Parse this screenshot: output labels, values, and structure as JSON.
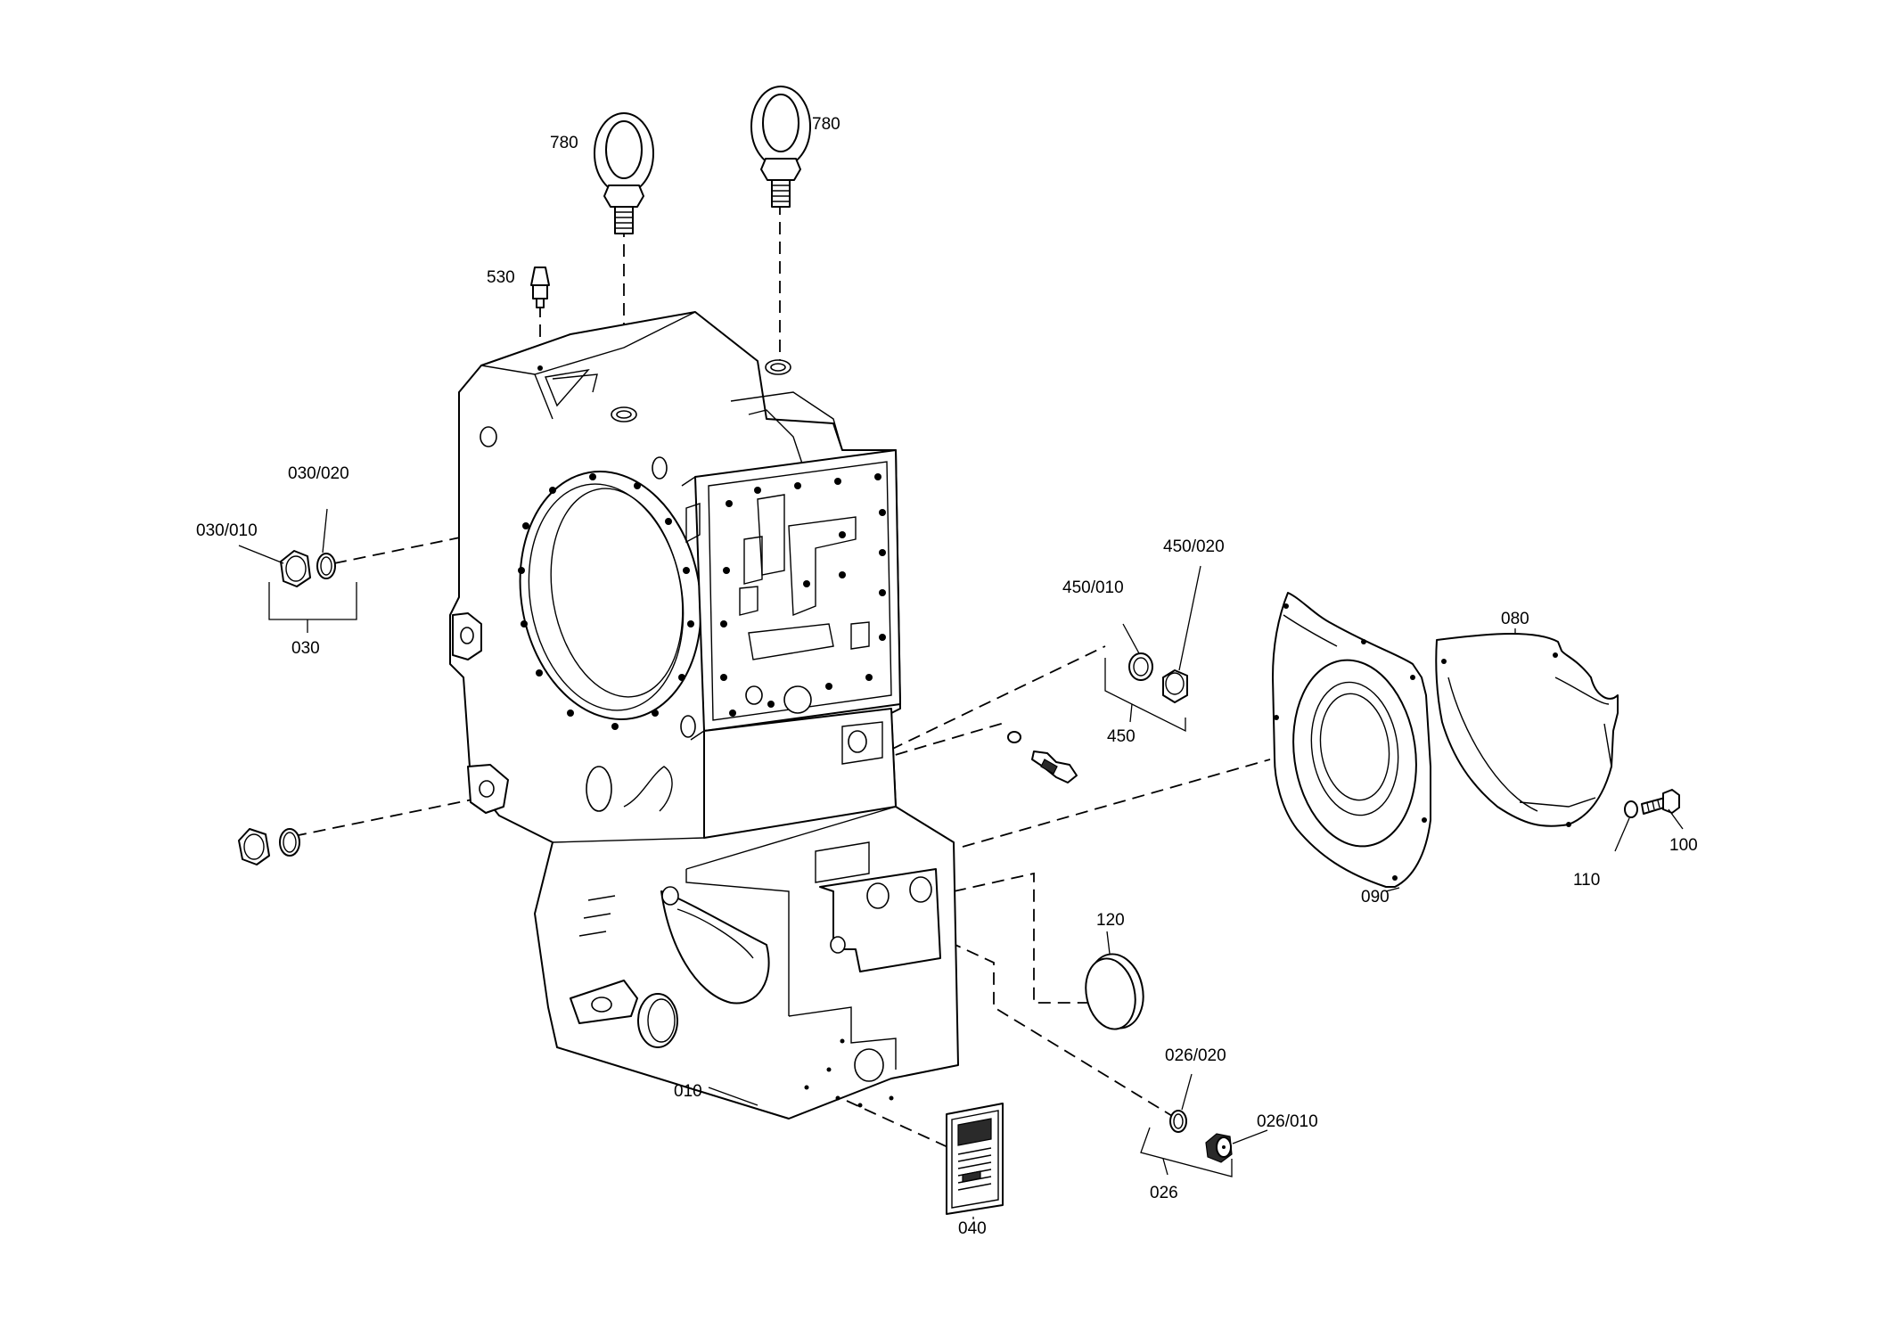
{
  "diagram": {
    "labels": {
      "p780_left": "780",
      "p780_right": "780",
      "p530": "530",
      "p030_020": "030/020",
      "p030_010": "030/010",
      "p030": "030",
      "p450_020": "450/020",
      "p450_010": "450/010",
      "p450": "450",
      "p080": "080",
      "p090": "090",
      "p110": "110",
      "p100": "100",
      "p120": "120",
      "p010": "010",
      "p026_020": "026/020",
      "p026_010": "026/010",
      "p026": "026",
      "p040": "040"
    },
    "colors": {
      "line": "#000000",
      "background": "#ffffff"
    }
  }
}
